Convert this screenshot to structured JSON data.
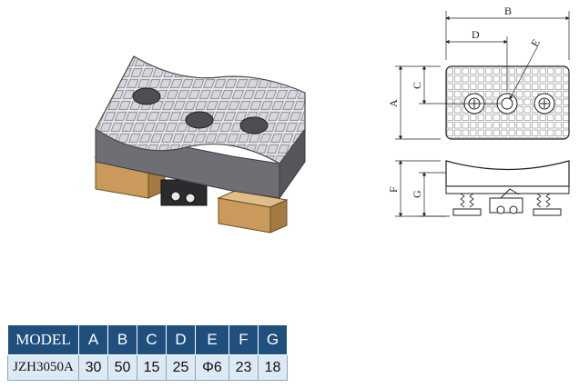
{
  "drawing": {
    "dim_labels": {
      "a": "A",
      "b": "B",
      "c": "C",
      "d": "D",
      "e": "E",
      "f": "F",
      "g": "G"
    }
  },
  "table": {
    "headers": [
      "MODEL",
      "A",
      "B",
      "C",
      "D",
      "E",
      "F",
      "G"
    ],
    "rows": [
      [
        "JZH3050A",
        "30",
        "50",
        "15",
        "25",
        "Φ6",
        "23",
        "18"
      ]
    ]
  },
  "colors": {
    "header_bg": "#1f4f7c",
    "cell_bg": "#dde9f5",
    "body_gray": "#6e6e74",
    "clamp_tan": "#c99a5b"
  }
}
